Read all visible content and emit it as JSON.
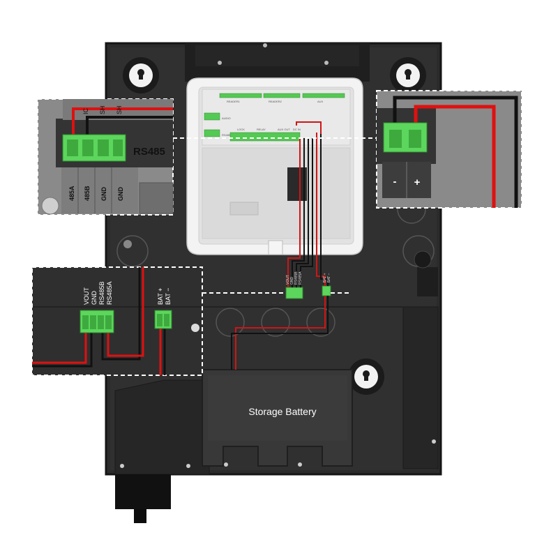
{
  "diagram": {
    "battery": {
      "label": "Storage Battery"
    },
    "left_top_callout": {
      "title": "RS485",
      "pins": [
        "485A",
        "485B",
        "GND",
        "GND"
      ],
      "top_labels": [
        "IC",
        "SH",
        "SH"
      ]
    },
    "right_top_callout": {
      "pins": [
        "-",
        "+"
      ]
    },
    "left_mid_callout": {
      "bus_pins": [
        "VOUT",
        "GND",
        "RS485B",
        "RS485A"
      ],
      "bat_pins": [
        "BAT +",
        "BAT −"
      ]
    },
    "board": {
      "headers": [
        "READER1",
        "READER2",
        "AUX",
        "AUDIO",
        "RS485",
        "LOCK",
        "RELAY",
        "AUX OUT",
        "DC IN"
      ]
    },
    "panel": {
      "bus_pins": [
        "VOUT",
        "GND",
        "RS485B",
        "RS485A"
      ],
      "bat_pins": [
        "BAT +",
        "BAT −"
      ]
    }
  },
  "colors": {
    "cabinet": "#2a2a2a",
    "cabinet_edge": "#151515",
    "callout_bg": "#8a8a8a",
    "callout_dark": "#353535",
    "board": "#f0f0f0",
    "terminal_green": "#5cd65c",
    "wire_red": "#e01010",
    "wire_black": "#111111"
  }
}
